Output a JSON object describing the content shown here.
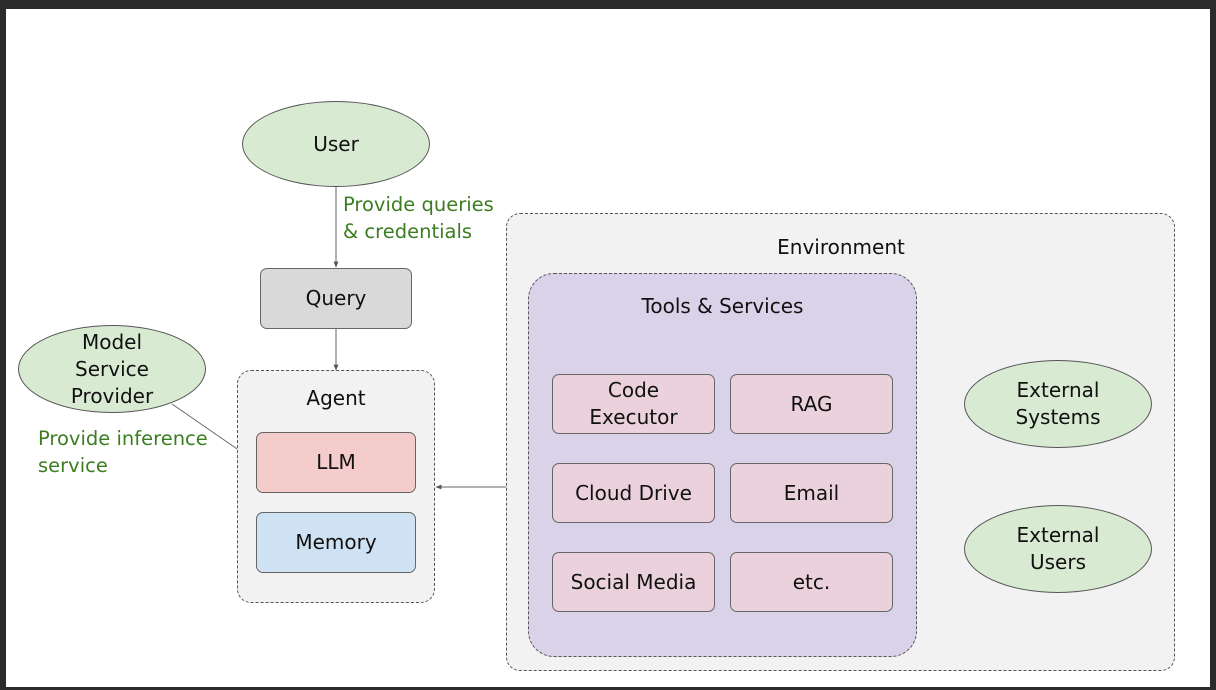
{
  "colors": {
    "ellipse_fill": "#d9ead3",
    "query_fill": "#d9d9d9",
    "llm_fill": "#f4cccc",
    "memory_fill": "#cfe2f3",
    "tool_fill": "#ead1dc",
    "tools_container_fill": "#d9d2e9",
    "container_fill": "#f2f2f2",
    "annotation_text": "#3c7d22"
  },
  "nodes": {
    "user": "User",
    "query": "Query",
    "model_service_provider": "Model\nService\nProvider",
    "agent": "Agent",
    "llm": "LLM",
    "memory": "Memory",
    "environment": "Environment",
    "tools_services": "Tools & Services",
    "tools": [
      {
        "label": "Code\nExecutor"
      },
      {
        "label": "RAG"
      },
      {
        "label": "Cloud Drive"
      },
      {
        "label": "Email"
      },
      {
        "label": "Social Media"
      },
      {
        "label": "etc."
      }
    ],
    "external_systems": "External\nSystems",
    "external_users": "External\nUsers"
  },
  "annotations": {
    "user_to_query": "Provide queries\n& credentials",
    "provider_to_llm": "Provide inference\nservice"
  }
}
